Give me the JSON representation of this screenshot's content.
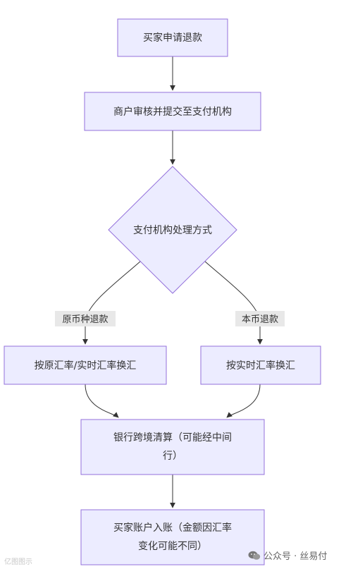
{
  "nodes": {
    "buyer_request": "买家申请退款",
    "merchant_review": "商户审核并提交至支付机构",
    "decision": "支付机构处理方式",
    "convert_original": "按原汇率/实时汇率换汇",
    "convert_realtime": "按实时汇率换汇",
    "bank_clearing_line1": "银行跨境清算（可能经中间",
    "bank_clearing_line2": "行）",
    "buyer_credit_line1": "买家账户入账（金额因汇率",
    "buyer_credit_line2": "变化可能不同）"
  },
  "edges": {
    "label_original": "原币种退款",
    "label_local": "本币退款"
  },
  "watermark": {
    "left_text": "亿图图示",
    "right_text": "公众号 · 丝易付",
    "right_icon": "wechat-icon"
  },
  "colors": {
    "node_fill": "#ececff",
    "node_stroke": "#9370db",
    "edge": "#333333",
    "edge_label_bg": "#e8e8e8"
  }
}
